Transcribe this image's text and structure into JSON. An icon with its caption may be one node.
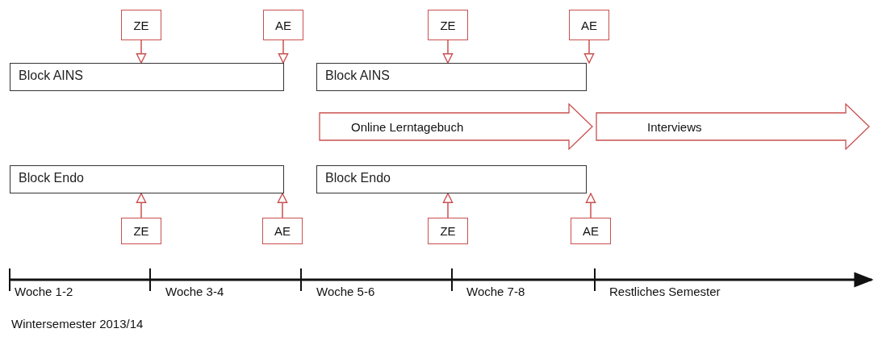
{
  "diagram": {
    "nodes": [
      {
        "text": [
          "ZE"
        ]
      },
      {
        "text": [
          "AE"
        ]
      },
      {
        "text": [
          "ZE"
        ]
      },
      {
        "text": [
          "AE"
        ]
      },
      {
        "text": [
          "Block AINS"
        ]
      },
      {
        "text": [
          "Block AINS"
        ]
      },
      {
        "text": [
          "Online Lerntagebuch"
        ]
      },
      {
        "text": [
          "Interviews"
        ]
      },
      {
        "text": [
          "Block Endo"
        ]
      },
      {
        "text": [
          "Block Endo"
        ]
      },
      {
        "text": [
          "ZE"
        ]
      },
      {
        "text": [
          "AE"
        ]
      },
      {
        "text": [
          "ZE"
        ]
      },
      {
        "text": [
          "AE"
        ]
      }
    ],
    "edges": [
      {
        "from": 0,
        "to": 4,
        "arrow": "to"
      },
      {
        "from": 1,
        "to": 4,
        "arrow": "to"
      },
      {
        "from": 2,
        "to": 5,
        "arrow": "to"
      },
      {
        "from": 3,
        "to": 5,
        "arrow": "to"
      },
      {
        "from": 10,
        "to": 8,
        "arrow": "to"
      },
      {
        "from": 11,
        "to": 8,
        "arrow": "to"
      },
      {
        "from": 12,
        "to": 9,
        "arrow": "to"
      },
      {
        "from": 13,
        "to": 9,
        "arrow": "to"
      }
    ],
    "labels": [
      "Woche 1-2",
      "Woche 3-4",
      "Woche 5-6",
      "Woche 7-8",
      "Restliches Semester",
      "Wintersemester 2013/14"
    ]
  }
}
